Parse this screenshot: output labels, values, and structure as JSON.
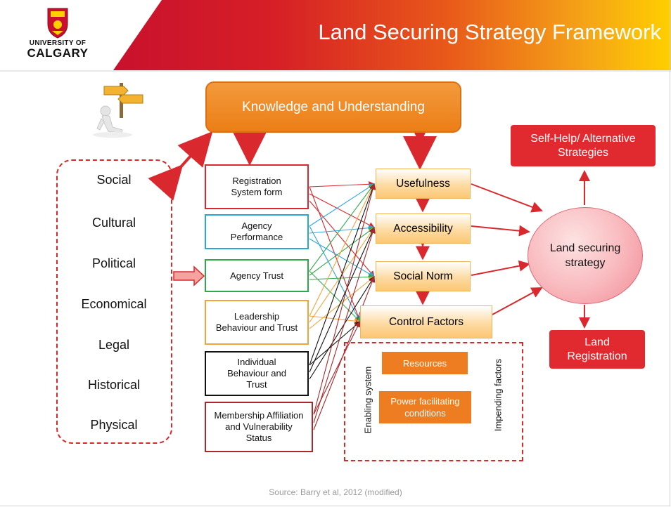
{
  "header": {
    "title": "Land Securing Strategy Framework",
    "logo_line1": "UNIVERSITY OF",
    "logo_line2": "CALGARY"
  },
  "left_factors": [
    "Social",
    "Cultural",
    "Political",
    "Economical",
    "Legal",
    "Historical",
    "Physical"
  ],
  "knowledge_box": "Knowledge and Understanding",
  "middle_boxes": [
    {
      "label": "Registration System form",
      "color": "#d9292e"
    },
    {
      "label": "Agency Performance",
      "color": "#2aa6dc"
    },
    {
      "label": "Agency Trust",
      "color": "#2ea84a"
    },
    {
      "label": "Leadership Behaviour  and Trust",
      "color": "#f2a43a"
    },
    {
      "label": "Individual Behaviour and Trust",
      "color": "#111111"
    },
    {
      "label": "Membership Affiliation and Vulnerability Status",
      "color": "#a8282c"
    }
  ],
  "tpb_boxes": [
    "Usefulness",
    "Accessibility",
    "Social Norm",
    "Control Factors"
  ],
  "control_panel": {
    "left_vertical": "Enabling system",
    "right_vertical": "Impending factors",
    "resources": "Resources",
    "power": "Power facilitating conditions"
  },
  "outcome": {
    "ellipse": "Land securing strategy",
    "self_help": "Self-Help/ Alternative Strategies",
    "registration": "Land Registration"
  },
  "source": "Source: Barry et al, 2012 (modified)",
  "colors": {
    "red": "#d9292e",
    "orange": "#ee7c21",
    "accent_yellow": "#ffcf00"
  }
}
